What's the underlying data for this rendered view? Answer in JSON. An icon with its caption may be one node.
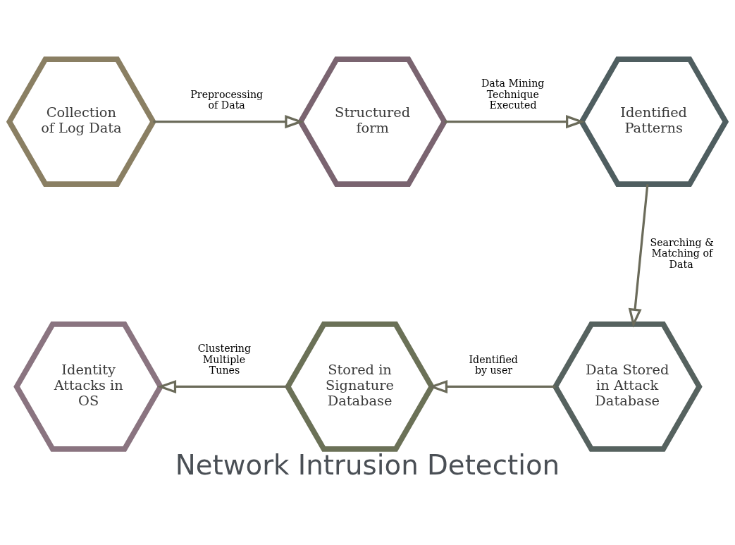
{
  "diagram": {
    "title": "Network Intrusion Detection",
    "nodes": [
      {
        "text": [
          "Collection of Log Data"
        ]
      },
      {
        "text": [
          "Structured form"
        ]
      },
      {
        "text": [
          "Identified Patterns"
        ]
      },
      {
        "text": [
          "Data Stored in Attack Database"
        ]
      },
      {
        "text": [
          "Stored in Signature Database"
        ]
      },
      {
        "text": [
          "Identity Attacks in OS"
        ]
      }
    ],
    "edges": [
      {
        "from": 0,
        "to": 1,
        "arrow": "to",
        "label": "Preprocessing of Data"
      },
      {
        "from": 1,
        "to": 2,
        "arrow": "to",
        "label": "Data Mining Technique Executed"
      },
      {
        "from": 2,
        "to": 3,
        "arrow": "to",
        "label": "Searching & Matching of Data"
      },
      {
        "from": 3,
        "to": 4,
        "arrow": "to",
        "label": "Identified by user"
      },
      {
        "from": 4,
        "to": 5,
        "arrow": "to",
        "label": "Clustering Multiple Tunes"
      }
    ]
  }
}
